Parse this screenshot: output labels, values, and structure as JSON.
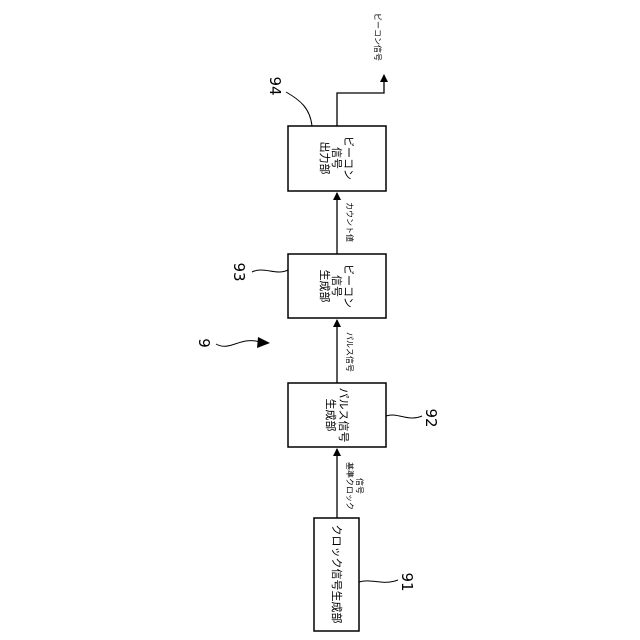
{
  "diagram": {
    "system_ref": "9",
    "blocks": [
      {
        "id": "91",
        "ref": "91",
        "lines": [
          "クロック信号生成部"
        ]
      },
      {
        "id": "92",
        "ref": "92",
        "lines": [
          "パルス信号",
          "生成部"
        ]
      },
      {
        "id": "93",
        "ref": "93",
        "lines": [
          "ビーコン",
          "信号",
          "生成部"
        ]
      },
      {
        "id": "94",
        "ref": "94",
        "lines": [
          "ビーコン",
          "信号",
          "出力部"
        ]
      }
    ],
    "signals": [
      {
        "from": "91",
        "to": "92",
        "lines": [
          "基準クロック",
          "信号"
        ]
      },
      {
        "from": "92",
        "to": "93",
        "lines": [
          "パルス信号"
        ]
      },
      {
        "from": "93",
        "to": "94",
        "lines": [
          "カウント値"
        ]
      },
      {
        "from": "94",
        "to": "output",
        "lines": [
          "ビーコン信号"
        ]
      }
    ]
  }
}
